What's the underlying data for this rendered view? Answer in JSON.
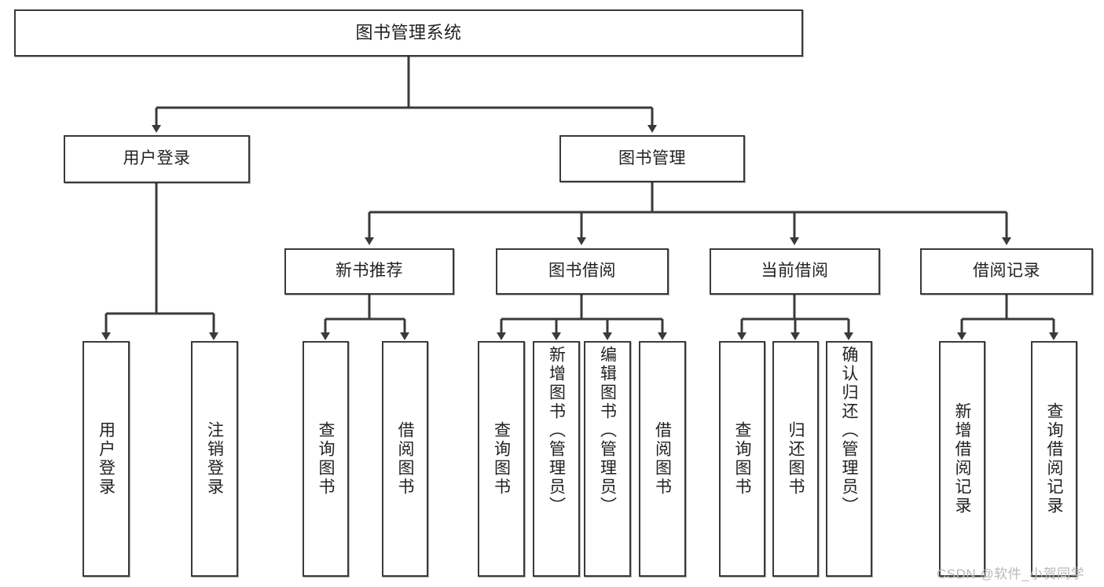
{
  "diagram": {
    "type": "tree-hierarchy",
    "title": "图书管理系统",
    "watermark": "CSDN @软件_小贺同学",
    "colors": {
      "stroke": "#3a3a3a",
      "fill": "#ffffff",
      "text": "#222222",
      "watermark": "#b9b9b9"
    },
    "nodes": {
      "root": {
        "label": "图书管理系统"
      },
      "level1": [
        {
          "label": "用户登录"
        },
        {
          "label": "图书管理"
        }
      ],
      "level2": [
        {
          "label": "新书推荐"
        },
        {
          "label": "图书借阅"
        },
        {
          "label": "当前借阅"
        },
        {
          "label": "借阅记录"
        }
      ],
      "leaves": {
        "user_login": [
          {
            "label": "用户登录"
          },
          {
            "label": "注销登录"
          }
        ],
        "new_book_recommend": [
          {
            "label": "查询图书"
          },
          {
            "label": "借阅图书"
          }
        ],
        "book_borrow": [
          {
            "label": "查询图书"
          },
          {
            "label": "新增图书（管理员）"
          },
          {
            "label": "编辑图书（管理员）"
          },
          {
            "label": "借阅图书"
          }
        ],
        "current_borrow": [
          {
            "label": "查询图书"
          },
          {
            "label": "归还图书"
          },
          {
            "label": "确认归还（管理员）"
          }
        ],
        "borrow_record": [
          {
            "label": "新增借阅记录"
          },
          {
            "label": "查询借阅记录"
          }
        ]
      }
    }
  }
}
